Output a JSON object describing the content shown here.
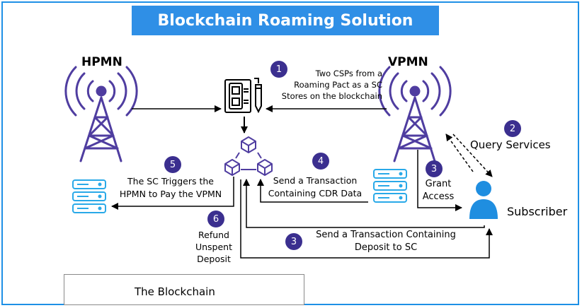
{
  "title": "Blockchain Roaming Solution",
  "nodes": {
    "hpmn": "HPMN",
    "vpmn": "VPMN",
    "subscriber": "Subscriber"
  },
  "steps": [
    {
      "badge": "1",
      "lines": [
        "Two CSPs from a",
        "Roaming Pact as a SC",
        "Stores on the blockchain"
      ]
    },
    {
      "badge": "2",
      "lines": [
        "Query Services"
      ]
    },
    {
      "badge": "3",
      "lines": [
        "Grant",
        "Access"
      ]
    },
    {
      "badge": "4",
      "lines": [
        "Send a Transaction",
        "Containing CDR Data"
      ]
    },
    {
      "badge": "5",
      "lines": [
        "The SC Triggers the",
        "HPMN to Pay the VPMN"
      ]
    },
    {
      "badge": "6",
      "lines": [
        "Refund",
        "Unspent",
        "Deposit"
      ]
    },
    {
      "badge": "3",
      "lines": [
        "Send a Transaction Containing",
        "Deposit to SC"
      ]
    }
  ],
  "legend": {
    "label": "The Blockchain"
  },
  "colors": {
    "title_bg": "#2f8fe6",
    "tower": "#4f3da0",
    "badge": "#3b2f8f",
    "server": "#29a9e8",
    "user": "#1f8ee0",
    "frame": "#1e90e6"
  },
  "icons": [
    "tower-icon",
    "smart-contract-icon",
    "blockchain-icon",
    "server-icon",
    "user-icon"
  ]
}
